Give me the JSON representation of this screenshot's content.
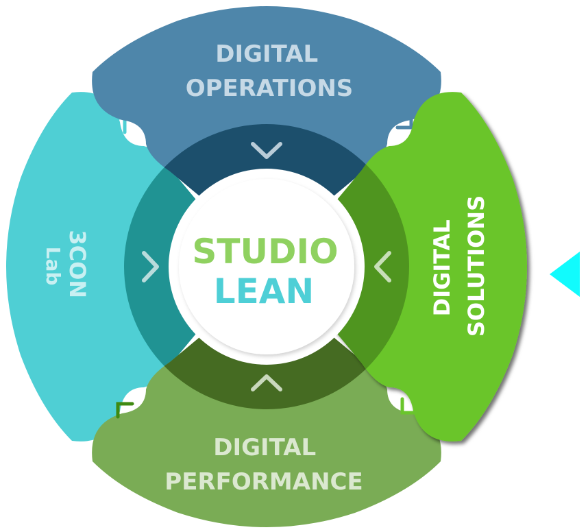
{
  "diagram": {
    "center": {
      "line1": "STUDIO",
      "line2": "LEAN",
      "line1_color": "#8fd160",
      "line2_color": "#4ecfd6"
    },
    "segments": [
      {
        "id": "top",
        "lines": [
          "DIGITAL",
          "OPERATIONS"
        ],
        "outer_color": "#4e86aa",
        "inner_color": "#1c4f6c",
        "text_color": "#c6d9e6",
        "chevron_color": "#b9ccd8",
        "bracket_color": "#4e86aa",
        "chevron_icon": "chevron-down-icon",
        "selected": false
      },
      {
        "id": "right",
        "lines": [
          "DIGITAL",
          "SOLUTIONS"
        ],
        "outer_color": "#6ac52c",
        "inner_color": "#4f951f",
        "text_color": "#ffffff",
        "chevron_color": "#c8dfb8",
        "bracket_color": "#6ac52c",
        "chevron_icon": "chevron-left-icon",
        "selected": true
      },
      {
        "id": "bottom",
        "lines": [
          "DIGITAL",
          "PERFORMANCE"
        ],
        "outer_color": "#7aac55",
        "inner_color": "#456b22",
        "text_color": "#dbe8d0",
        "chevron_color": "#c9d8bd",
        "bracket_color": "#3f8a12",
        "chevron_icon": "chevron-up-icon",
        "selected": false
      },
      {
        "id": "left",
        "lines": [
          "3CON",
          "Lab"
        ],
        "outer_color": "#4fcfd4",
        "inner_color": "#209393",
        "text_color": "#c9f0f2",
        "chevron_color": "#b9dcdc",
        "bracket_color": "#4fcfd4",
        "chevron_icon": "chevron-right-icon",
        "selected": false
      }
    ],
    "pointer": {
      "icon": "triangle-left-icon",
      "color": "#11fbfd"
    }
  }
}
